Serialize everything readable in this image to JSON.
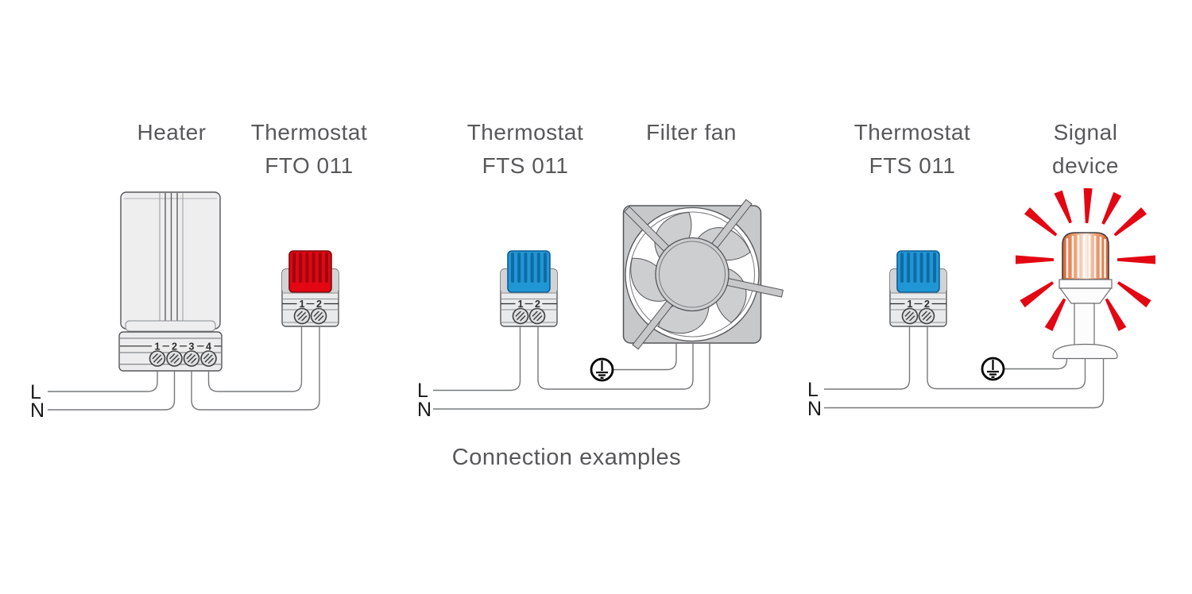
{
  "caption": "Connection examples",
  "diagrams": {
    "left": {
      "heater_label": "Heater",
      "thermostat_label_line1": "Thermostat",
      "thermostat_label_line2": "FTO 011",
      "heater_terminals": [
        "1",
        "2",
        "3",
        "4"
      ],
      "thermostat_terminals": [
        "1",
        "2"
      ],
      "live_label": "L",
      "neutral_label": "N"
    },
    "middle": {
      "thermostat_label_line1": "Thermostat",
      "thermostat_label_line2": "FTS 011",
      "fan_label": "Filter fan",
      "thermostat_terminals": [
        "1",
        "2"
      ],
      "live_label": "L",
      "neutral_label": "N"
    },
    "right": {
      "thermostat_label_line1": "Thermostat",
      "thermostat_label_line2": "FTS 011",
      "signal_label_line1": "Signal",
      "signal_label_line2": "device",
      "thermostat_terminals": [
        "1",
        "2"
      ],
      "live_label": "L",
      "neutral_label": "N"
    }
  },
  "colors": {
    "fto_knob_red": "#e30613",
    "fts_knob_blue": "#2097d4",
    "signal_ray_red": "#e30613",
    "beacon_orange": "#dd6b3b",
    "device_gray": "#c7c8ca",
    "wire_gray": "#77787b",
    "label_text": "#57585a"
  }
}
